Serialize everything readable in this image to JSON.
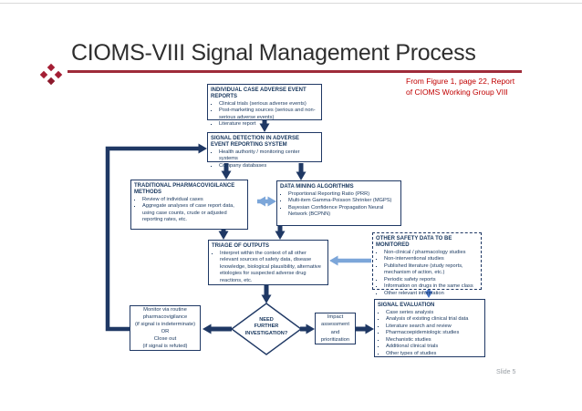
{
  "slide": {
    "title": "CIOMS-VIII Signal Management Process",
    "caption": "From Figure 1, page 22, Report\nof CIOMS Working Group VIII",
    "slide_number": "Slide 5"
  },
  "colors": {
    "accent_red": "#9E2B3A",
    "caption_red": "#C00000",
    "navy": "#1F3864",
    "light_blue": "#7CA6D9",
    "medium_blue": "#4472C4"
  },
  "boxes": {
    "case_reports": {
      "title": "INDIVIDUAL CASE ADVERSE EVENT REPORTS",
      "bullets": [
        "Clinical trials (serious adverse events)",
        "Post-marketing sources (serious and non-serious adverse events)",
        "Literature report"
      ]
    },
    "signal_detection": {
      "title": "SIGNAL DETECTION IN ADVERSE EVENT REPORTING SYSTEM",
      "bullets": [
        "Health authority / monitoring center systems",
        "Company databases"
      ]
    },
    "traditional": {
      "title": "TRADITIONAL PHARMACOVIGILANCE METHODS",
      "bullets": [
        "Review of individual cases",
        "Aggregate analyses of case report data, using case counts, crude or adjusted reporting rates, etc."
      ]
    },
    "data_mining": {
      "title": "DATA MINING ALGORITHMS",
      "bullets": [
        "Proportional Reporting Ratio (PRR)",
        "Multi-item Gamma-Poisson Shrinker (MGPS)",
        "Bayesian Confidence Propagation Neural Network (BCPNN)"
      ]
    },
    "triage": {
      "title": "TRIAGE OF OUTPUTS",
      "bullets": [
        "Interpret within the context of all other relevant sources of safety data, disease knowledge, biological plausibility, alternative etiologies for suspected adverse drug reactions, etc."
      ]
    },
    "other_safety": {
      "title": "OTHER SAFETY DATA TO BE MONITORED",
      "bullets": [
        "Non-clinical / pharmacology studies",
        "Non-interventional studies",
        "Published literature (study reports, mechanism of action, etc.)",
        "Periodic safety reports",
        "Information on drugs in the same class",
        "Other relevant information"
      ]
    },
    "monitor": {
      "text": "Monitor via routine\npharmacovigilance\n(if signal is indeterminate)\nOR\nClose out\n(if signal is refuted)"
    },
    "decision": {
      "text": "NEED\nFURTHER\nINVESTIGATION?"
    },
    "impact": {
      "text": "Impact\nassessment\nand\nprioritization"
    },
    "signal_evaluation": {
      "title": "SIGNAL EVALUATION",
      "bullets": [
        "Case series analysis",
        "Analysis of existing clinical trial data",
        "Literature search and review",
        "Pharmacoepidemiologic studies",
        "Mechanistic studies",
        "Additional clinical trials",
        "Other types of studies"
      ]
    }
  }
}
